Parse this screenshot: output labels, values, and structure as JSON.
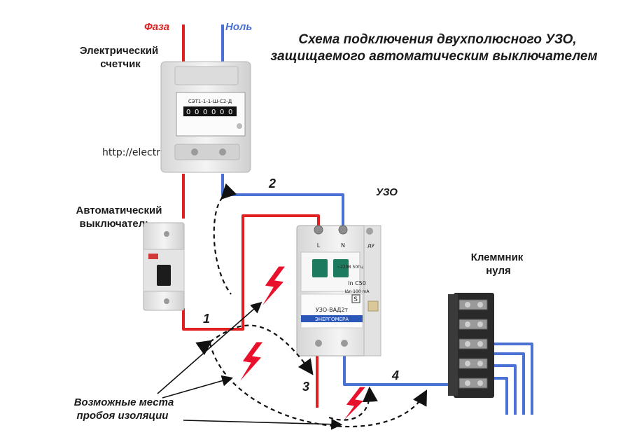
{
  "title": {
    "line1": "Схема подключения двухполюсного УЗО,",
    "line2": "защищаемого автоматическим выключателем"
  },
  "labels": {
    "phase": "Фаза",
    "neutral": "Ноль",
    "meter_line1": "Электрический",
    "meter_line2": "счетчик",
    "url": "http://electrik.info",
    "breaker_line1": "Автоматический",
    "breaker_line2": "выключатель",
    "rcd": "УЗО",
    "terminal_line1": "Клеммник",
    "terminal_line2": "нуля",
    "fault_line1": "Возможные места",
    "fault_line2": "пробоя изоляции"
  },
  "wire_numbers": [
    "1",
    "2",
    "3",
    "4"
  ],
  "meter": {
    "model": "СЭТ1-1-1-Ш-С2-Д",
    "digits": [
      "0",
      "0",
      "0",
      "0",
      "0",
      "0"
    ]
  },
  "rcd_device": {
    "terminal_l": "L",
    "terminal_n": "N",
    "terminal_du": "ДУ",
    "rating_line1": "In C50",
    "rating_line2": "IΔn 100 mA",
    "rating_class": "S",
    "model": "УЗО-ВАД2т",
    "brand": "ЭНЕРГОМЕРА",
    "voltage": "~220В 50Гц"
  },
  "colors": {
    "phase_wire": "#e02020",
    "neutral_wire": "#4a72d4",
    "spark": "#e8102a",
    "device_body": "#e9e9e9",
    "toggle_green": "#1e7a5e"
  }
}
